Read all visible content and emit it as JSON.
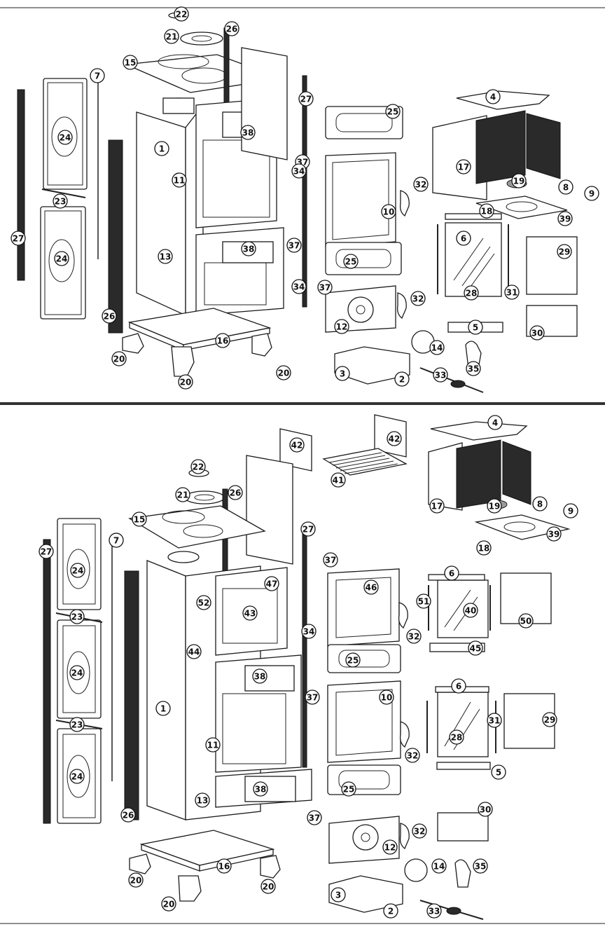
{
  "top_diagram": {
    "labels": [
      "22",
      "21",
      "26",
      "15",
      "7",
      "27",
      "24",
      "1",
      "38",
      "25",
      "4",
      "37",
      "17",
      "11",
      "34",
      "32",
      "10",
      "19",
      "8",
      "9",
      "18",
      "39",
      "23",
      "6",
      "27",
      "13",
      "38",
      "37",
      "29",
      "25",
      "28",
      "31",
      "34",
      "37",
      "24",
      "32",
      "12",
      "26",
      "5",
      "30",
      "16",
      "14",
      "20",
      "3",
      "2",
      "35",
      "33",
      "20",
      "20"
    ]
  },
  "bottom_diagram": {
    "labels": [
      "4",
      "42",
      "42",
      "41",
      "22",
      "21",
      "26",
      "17",
      "19",
      "8",
      "9",
      "15",
      "7",
      "27",
      "39",
      "18",
      "27",
      "37",
      "47",
      "46",
      "6",
      "24",
      "52",
      "43",
      "51",
      "40",
      "50",
      "32",
      "23",
      "34",
      "44",
      "45",
      "24",
      "25",
      "38",
      "6",
      "37",
      "10",
      "1",
      "31",
      "28",
      "29",
      "11",
      "32",
      "23",
      "5",
      "24",
      "13",
      "38",
      "25",
      "30",
      "26",
      "37",
      "32",
      "12",
      "14",
      "35",
      "20",
      "16",
      "20",
      "3",
      "20",
      "2",
      "33"
    ]
  }
}
